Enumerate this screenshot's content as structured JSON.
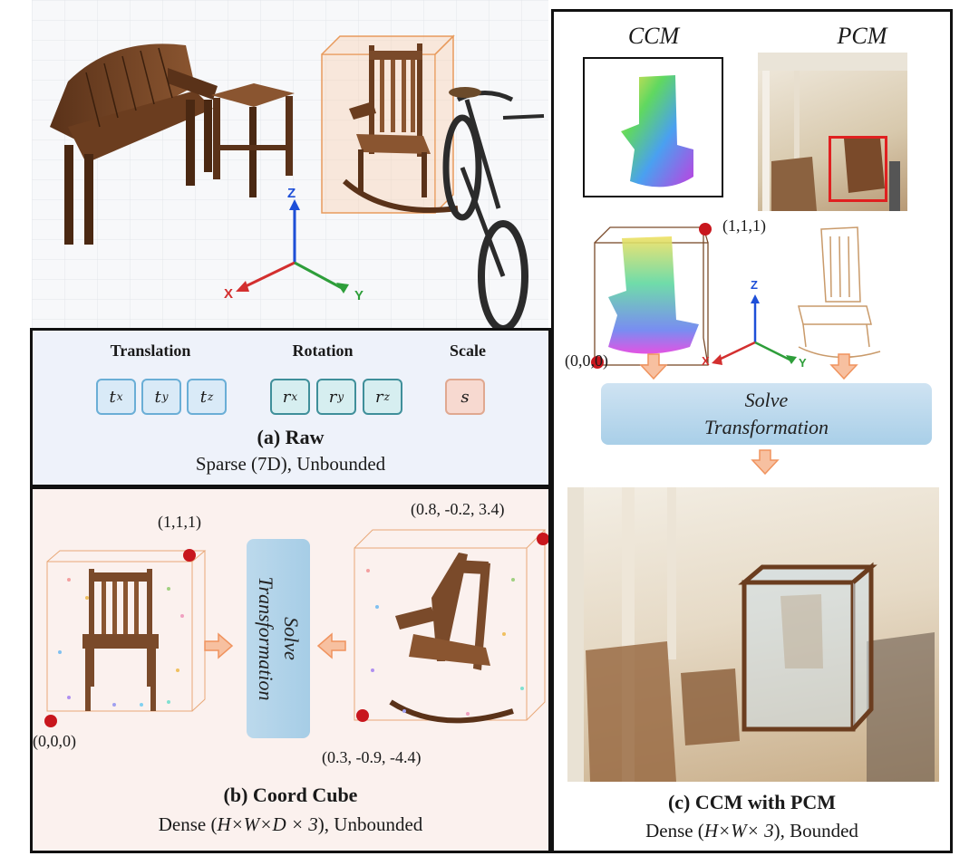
{
  "scene": {
    "axes": {
      "x": "X",
      "y": "Y",
      "z": "Z"
    }
  },
  "raw_panel": {
    "groups": [
      {
        "title": "Translation",
        "params": [
          {
            "base": "t",
            "sub": "x"
          },
          {
            "base": "t",
            "sub": "y"
          },
          {
            "base": "t",
            "sub": "z"
          }
        ]
      },
      {
        "title": "Rotation",
        "params": [
          {
            "base": "r",
            "sub": "x"
          },
          {
            "base": "r",
            "sub": "y"
          },
          {
            "base": "r",
            "sub": "z"
          }
        ]
      },
      {
        "title": "Scale",
        "params": [
          {
            "base": "s",
            "sub": ""
          }
        ]
      }
    ],
    "caption_title": "(a) Raw",
    "caption_sub": "Sparse (7D), Unbounded"
  },
  "coord_cube_panel": {
    "left_top_coord": "(1,1,1)",
    "left_bottom_coord": "(0,0,0)",
    "right_top_coord": "(0.8, -0.2, 3.4)",
    "right_bottom_coord": "(0.3, -0.9, -4.4)",
    "solve_line1": "Solve",
    "solve_line2": "Transformation",
    "caption_title": "(b) Coord Cube",
    "caption_sub_prefix": "Dense (",
    "caption_sub_math": "H×W×D × 3",
    "caption_sub_suffix": "),  Unbounded"
  },
  "ccm_panel": {
    "ccm_label": "CCM",
    "pcm_label": "PCM",
    "top_coord": "(1,1,1)",
    "bottom_coord": "(0,0,0)",
    "axes": {
      "x": "X",
      "y": "Y",
      "z": "Z"
    },
    "solve_line1": "Solve",
    "solve_line2": "Transformation",
    "caption_title": "(c) CCM with PCM",
    "caption_sub_prefix": "Dense (",
    "caption_sub_math": "H×W× 3",
    "caption_sub_suffix": "), Bounded"
  },
  "colors": {
    "x_axis": "#d32f2f",
    "y_axis": "#2e9e3a",
    "z_axis": "#1e4fd8",
    "corner_dot": "#c8161d",
    "arrow": "#f0935e",
    "wood": "#7a4a2a"
  }
}
